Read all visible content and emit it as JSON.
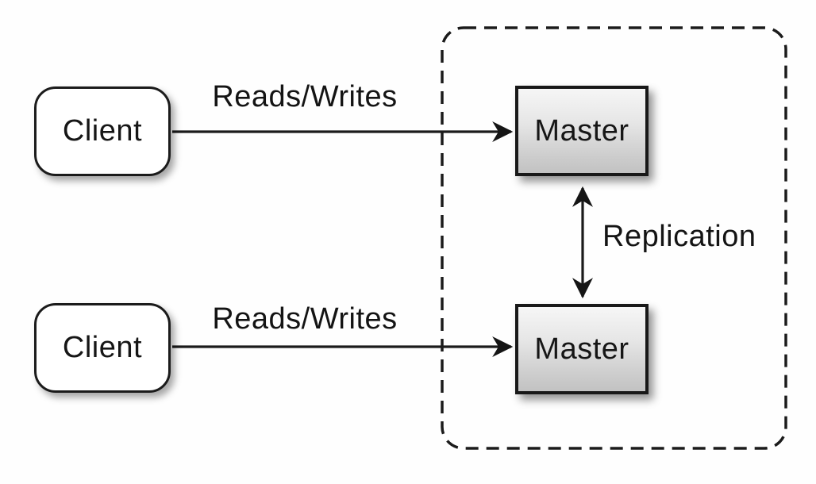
{
  "diagram": {
    "type": "architecture-diagram",
    "topology": "master-master-replication",
    "nodes": {
      "client_top": {
        "label": "Client",
        "shape": "rounded-rectangle"
      },
      "client_bottom": {
        "label": "Client",
        "shape": "rounded-rectangle"
      },
      "master_top": {
        "label": "Master",
        "shape": "rectangle"
      },
      "master_bottom": {
        "label": "Master",
        "shape": "rectangle"
      }
    },
    "edges": {
      "reads_writes_top": {
        "label": "Reads/Writes",
        "from": "client_top",
        "to": "master_top",
        "direction": "one-way"
      },
      "reads_writes_bottom": {
        "label": "Reads/Writes",
        "from": "client_bottom",
        "to": "master_bottom",
        "direction": "one-way"
      },
      "replication": {
        "label": "Replication",
        "from": "master_top",
        "to": "master_bottom",
        "direction": "two-way"
      }
    },
    "group": {
      "style": "dashed-rounded-border",
      "contains": [
        "master_top",
        "master_bottom"
      ]
    },
    "colors": {
      "stroke": "#1b1b1b",
      "client_fill": "#ffffff",
      "master_fill_top": "#f6f6f6",
      "master_fill_bottom": "#c2c2c2",
      "background": "#fefefe",
      "text": "#141414"
    }
  }
}
